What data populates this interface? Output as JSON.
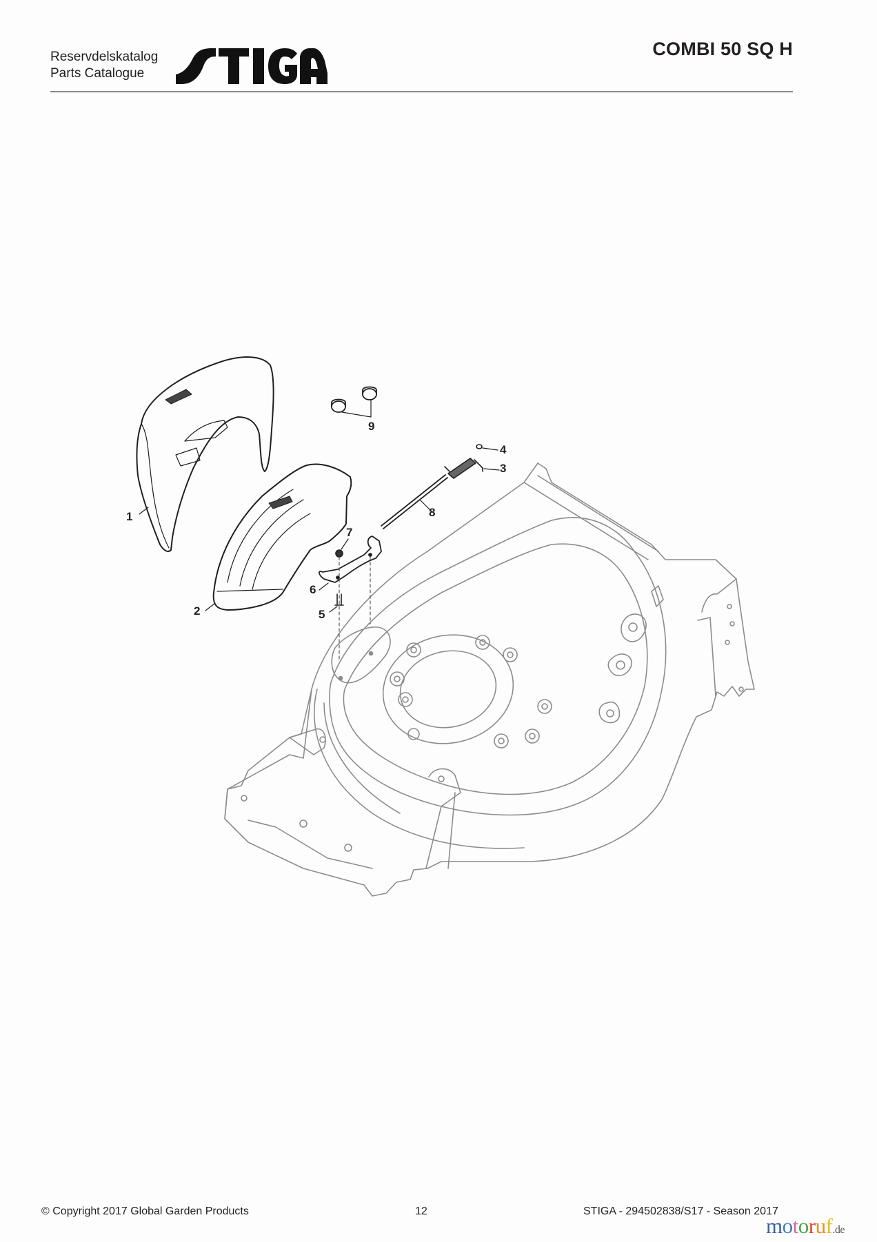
{
  "header": {
    "subtitle_line1": "Reservdelskatalog",
    "subtitle_line2": "Parts Catalogue",
    "brand_logo": "STIGA",
    "model_title": "COMBI 50 SQ H"
  },
  "diagram": {
    "description": "Exploded view: mower deck with rear flap/guard assembly",
    "callouts": [
      {
        "id": "1",
        "label": "1",
        "part": "rear guard (outer cover)"
      },
      {
        "id": "2",
        "label": "2",
        "part": "rear flap (inner)"
      },
      {
        "id": "3",
        "label": "3",
        "part": "spring"
      },
      {
        "id": "4",
        "label": "4",
        "part": "retaining ring"
      },
      {
        "id": "5",
        "label": "5",
        "part": "screw"
      },
      {
        "id": "6",
        "label": "6",
        "part": "bracket"
      },
      {
        "id": "7",
        "label": "7",
        "part": "nut"
      },
      {
        "id": "8",
        "label": "8",
        "part": "shaft/rod"
      },
      {
        "id": "9",
        "label": "9",
        "part": "caps"
      }
    ]
  },
  "footer": {
    "copyright": "© Copyright 2017 Global Garden Products",
    "page_number": "12",
    "reference": "STIGA - 294502838/S17 - Season 2017"
  },
  "watermark": {
    "letters": [
      "m",
      "o",
      "t",
      "o",
      "r",
      "u",
      "f"
    ],
    "colors": [
      "#3b5fae",
      "#3b7fc4",
      "#e0609a",
      "#4aa64a",
      "#e0452f",
      "#f08a24",
      "#e8c21a"
    ],
    "tld": ".de"
  }
}
